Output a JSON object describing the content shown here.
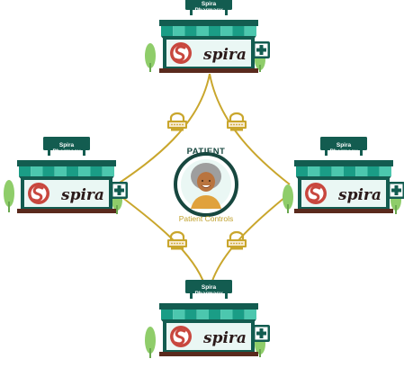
{
  "sign_text": "Spira Pharmacy",
  "sign_line1": "Spira",
  "sign_line2": "Pharmacy",
  "brand_name": "spira",
  "patient": {
    "title": "PATIENT",
    "subtitle": "Patient Controls"
  },
  "colors": {
    "teal_dark": "#135c50",
    "teal_mid": "#1a9d86",
    "teal_light": "#4cc7ae",
    "gold": "#c9a62c",
    "tree_green": "#8fcd6a",
    "logo_red": "#c8473e",
    "brown": "#5a2a1d"
  },
  "icons": {
    "cross": "medical-cross-icon",
    "lock": "consent-lock-icon",
    "logo": "spira-logo-icon"
  }
}
